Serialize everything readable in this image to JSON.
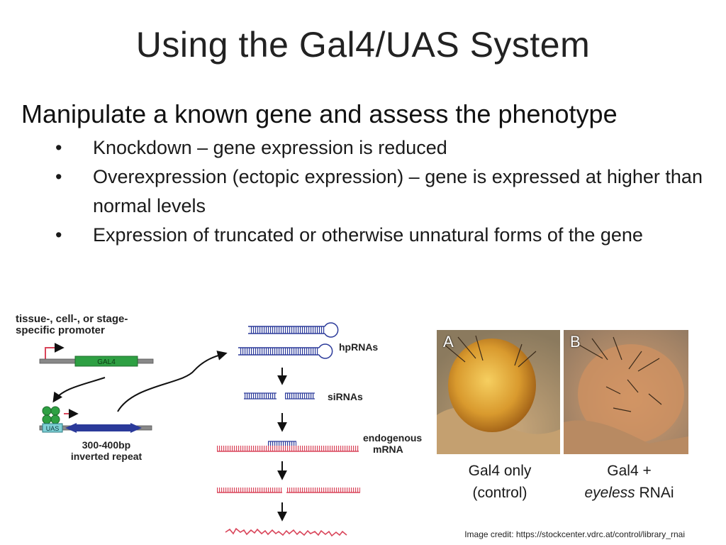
{
  "title": "Using the Gal4/UAS System",
  "lead": "Manipulate a known gene and assess the phenotype",
  "bullet_char": "•",
  "bullets": [
    "Knockdown – gene expression is reduced",
    "Overexpression (ectopic expression) – gene is expressed at higher than normal levels",
    "Expression of truncated or otherwise unnatural forms of the gene"
  ],
  "diagram": {
    "promoter_label_1": "tissue-, cell-, or stage-",
    "promoter_label_2": "specific promoter",
    "gal4_label": "GAL4",
    "uas_label": "UAS",
    "repeat_label_1": "300-400bp",
    "repeat_label_2": "inverted repeat",
    "hprnas_label": "hpRNAs",
    "sirnas_label": "siRNAs",
    "mrna_label_1": "endogenous",
    "mrna_label_2": "mRNA",
    "colors": {
      "blue": "#2b3a9a",
      "red": "#d9455a",
      "green": "#2ea043"
    }
  },
  "photos": {
    "panel_a": "A",
    "panel_b": "B",
    "caption_a_1": "Gal4 only",
    "caption_a_2": "(control)",
    "caption_b_1": "Gal4 +",
    "caption_b_2_em": "eyeless",
    "caption_b_2_rest": " RNAi"
  },
  "credit": "Image credit: https://stockcenter.vdrc.at/control/library_rnai"
}
